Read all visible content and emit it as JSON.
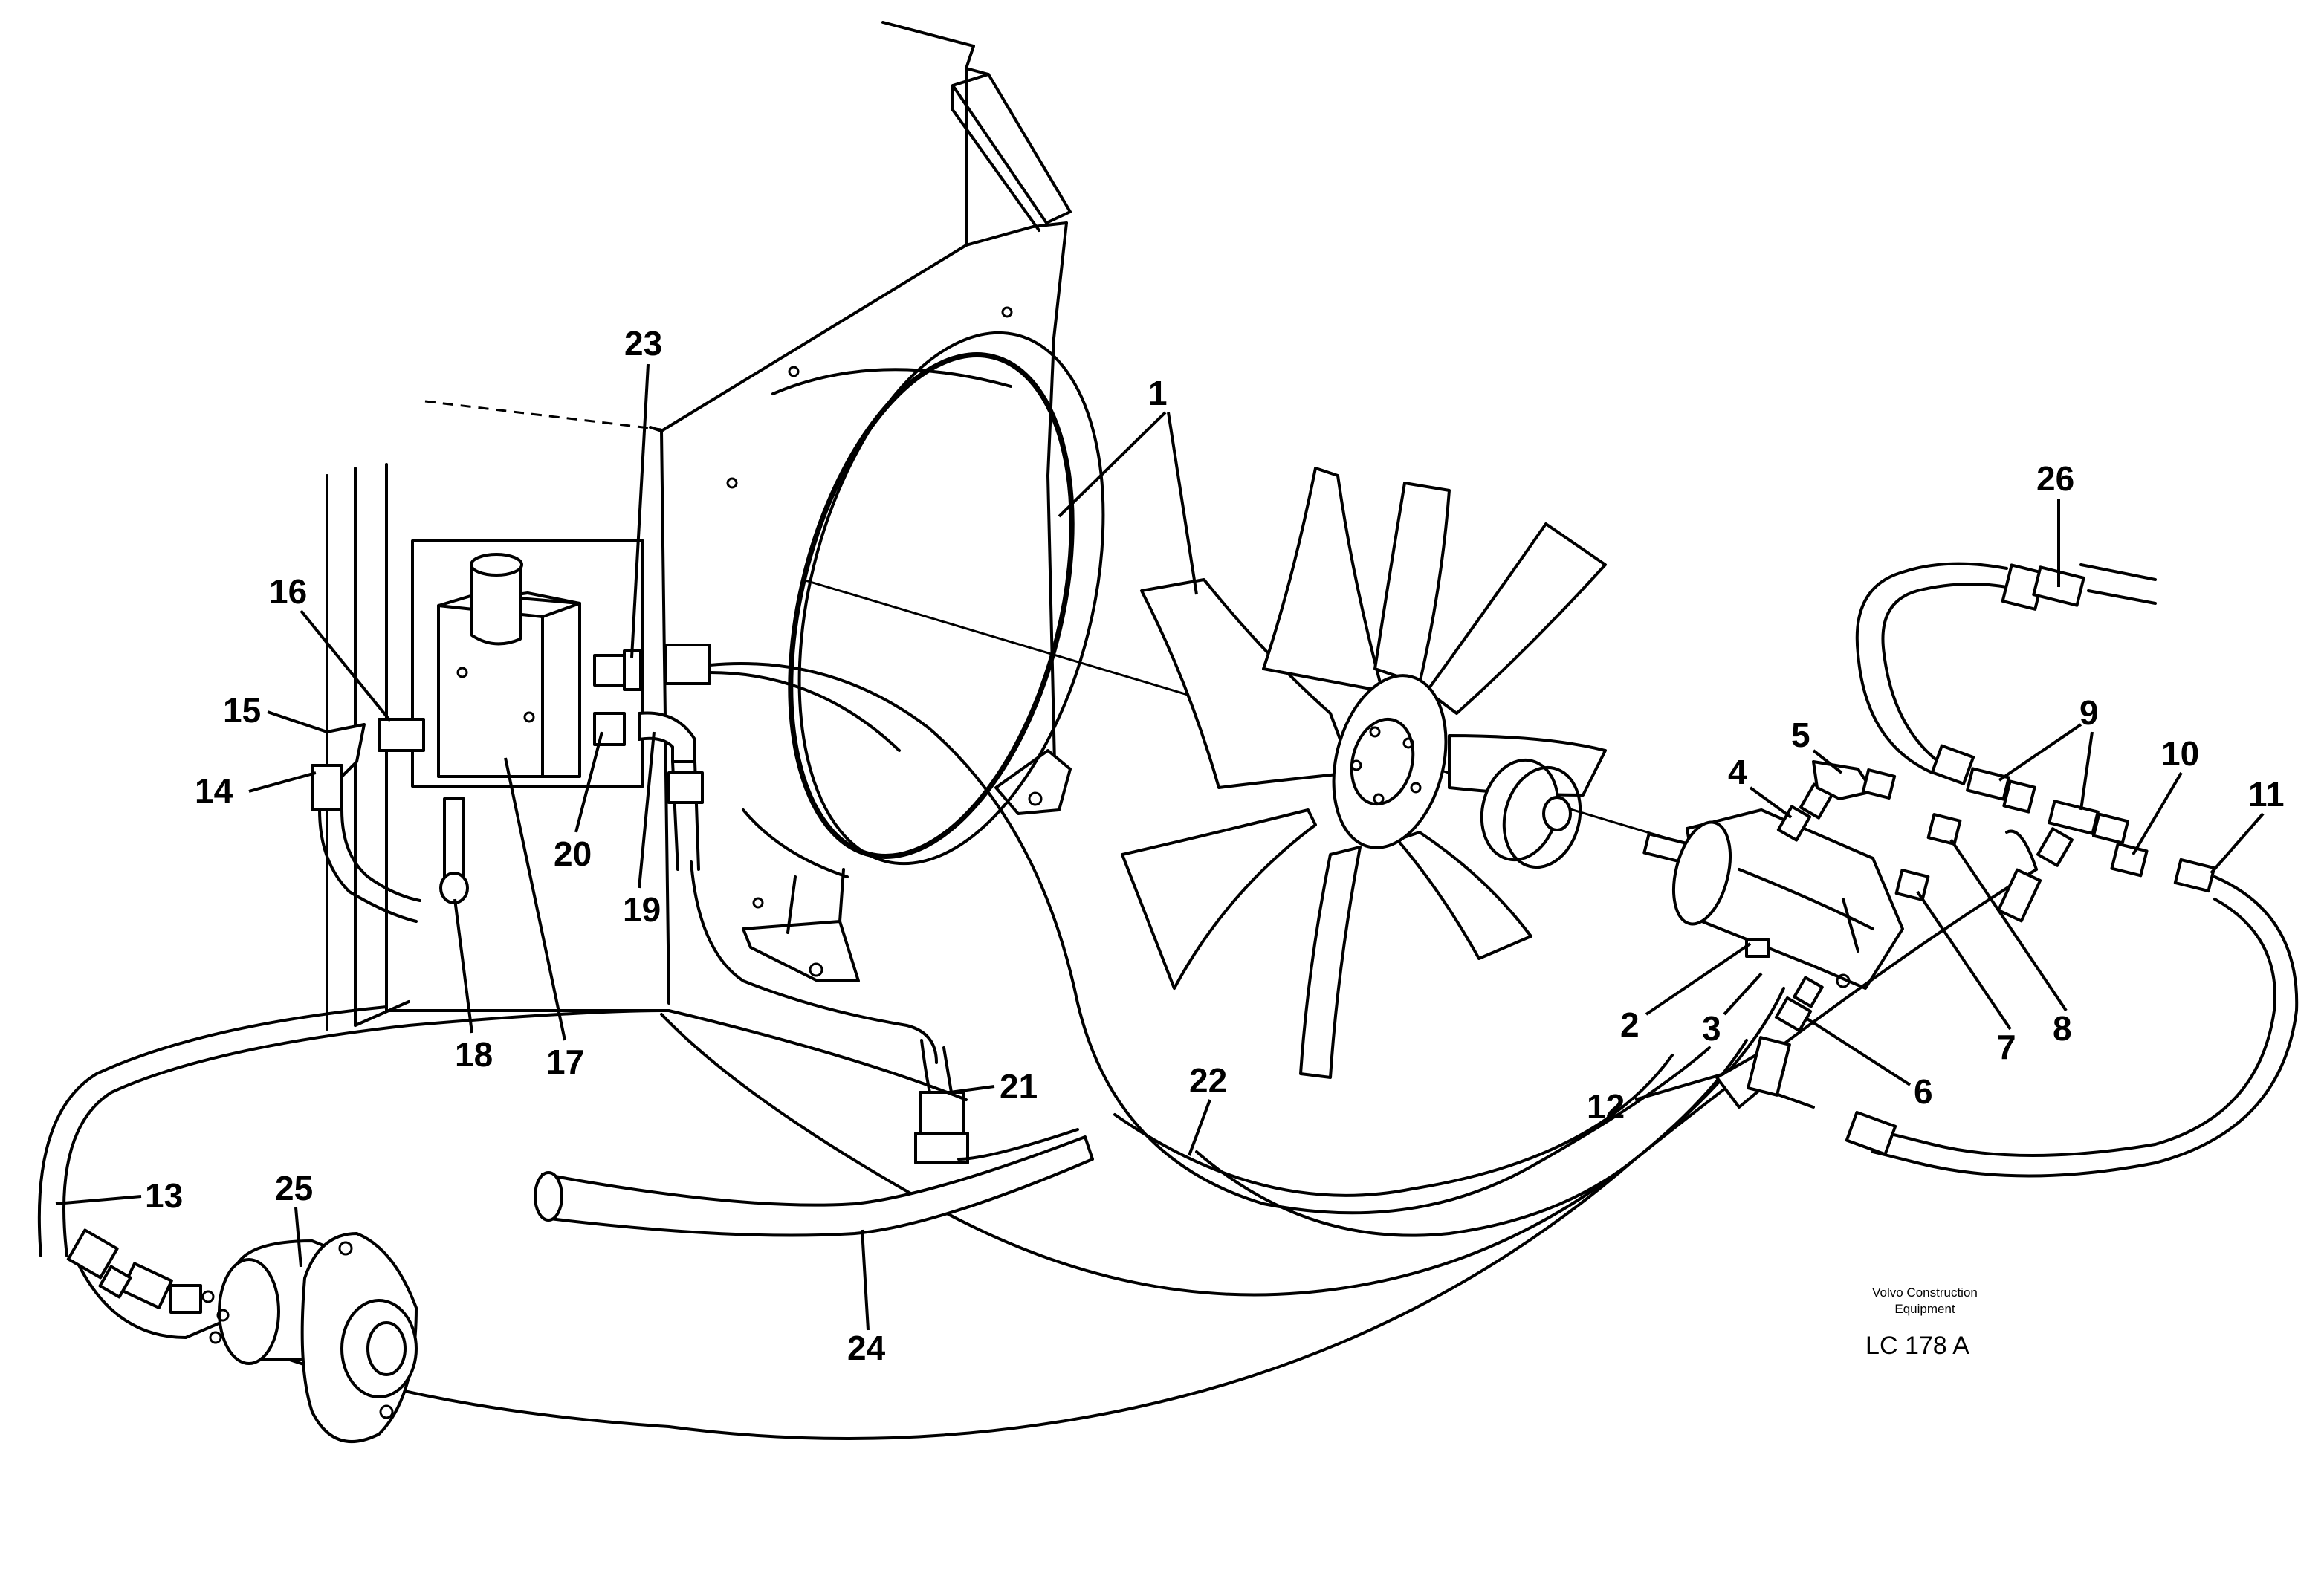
{
  "callouts": {
    "c1": "1",
    "c2": "2",
    "c3": "3",
    "c4": "4",
    "c5": "5",
    "c6": "6",
    "c7": "7",
    "c8": "8",
    "c9": "9",
    "c10": "10",
    "c11": "11",
    "c12": "12",
    "c13": "13",
    "c14": "14",
    "c15": "15",
    "c16": "16",
    "c17": "17",
    "c18": "18",
    "c19": "19",
    "c20": "20",
    "c21": "21",
    "c22": "22",
    "c23": "23",
    "c24": "24",
    "c25": "25",
    "c26": "26"
  },
  "footer": {
    "maker_line1": "Volvo Construction",
    "maker_line2": "Equipment",
    "drawing_code": "LC 178 A"
  }
}
